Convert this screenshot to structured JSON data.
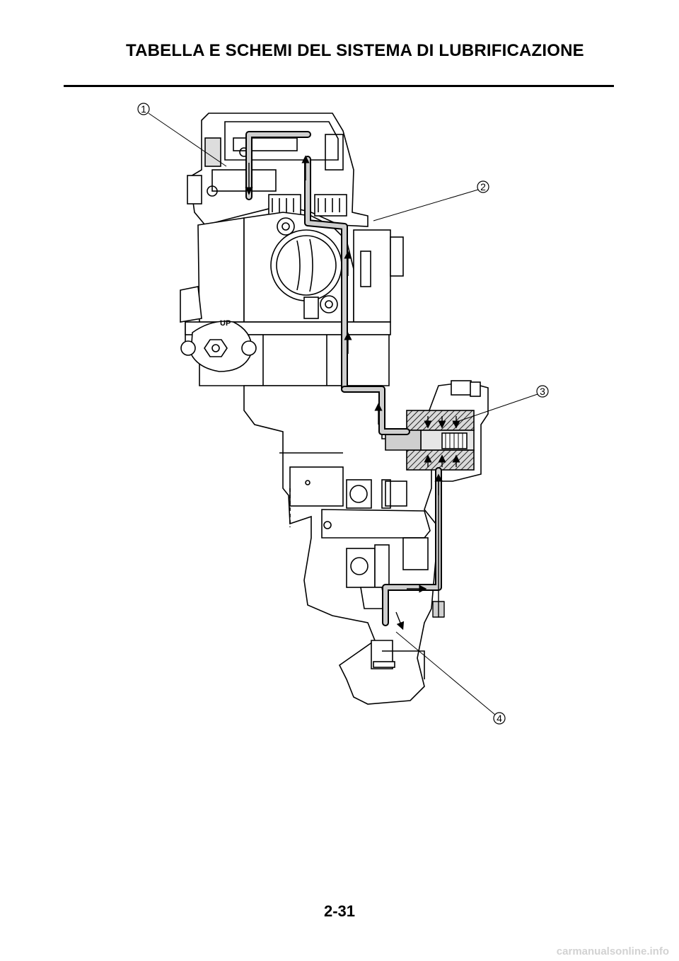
{
  "header": {
    "title": "TABELLA E SCHEMI DEL SISTEMA DI LUBRIFICAZIONE"
  },
  "diagram": {
    "embossed_label": "UP",
    "callouts": [
      {
        "id": "1",
        "label": "1"
      },
      {
        "id": "2",
        "label": "2"
      },
      {
        "id": "3",
        "label": "3"
      },
      {
        "id": "4",
        "label": "4"
      }
    ]
  },
  "footer": {
    "page_number": "2-31",
    "watermark": "carmanualsonline.info"
  }
}
